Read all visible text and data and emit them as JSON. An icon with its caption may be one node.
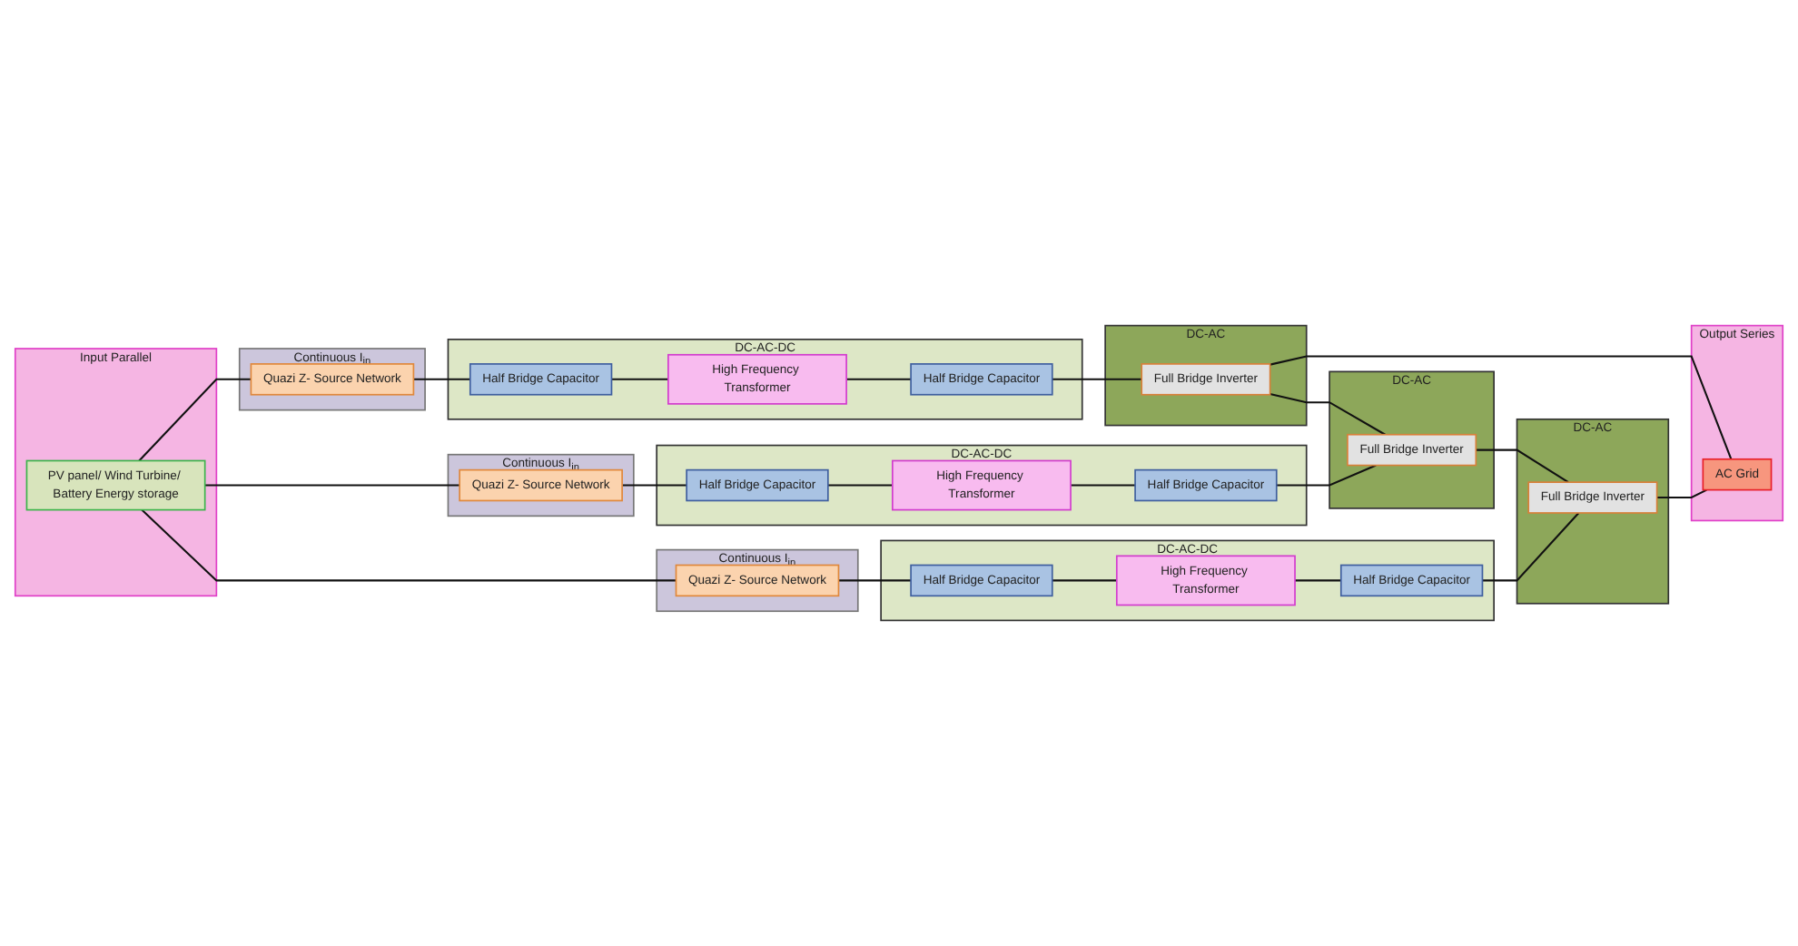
{
  "diagram": {
    "nodes": [
      {
        "text": [
          "Input Parallel"
        ]
      },
      {
        "text": [
          "PV panel/ Wind Turbine/ Battery Energy storage"
        ],
        "in": 0
      },
      {
        "text": [
          "Continuous I$_{in}$"
        ]
      },
      {
        "text": [
          "Quazi Z- Source Network"
        ],
        "in": 2
      },
      {
        "text": [
          "DC-AC-DC"
        ]
      },
      {
        "text": [
          "Half Bridge Capacitor"
        ],
        "in": 4
      },
      {
        "text": [
          "High Frequency Transformer"
        ],
        "in": 4
      },
      {
        "text": [
          "Half Bridge Capacitor"
        ],
        "in": 4
      },
      {
        "text": [
          "DC-AC"
        ]
      },
      {
        "text": [
          "Full Bridge Inverter"
        ],
        "in": 8
      },
      {
        "text": [
          "Continuous I$_{in}$"
        ]
      },
      {
        "text": [
          "Quazi Z- Source Network"
        ],
        "in": 10
      },
      {
        "text": [
          "DC-AC-DC"
        ]
      },
      {
        "text": [
          "Half Bridge Capacitor"
        ],
        "in": 12
      },
      {
        "text": [
          "High Frequency Transformer"
        ],
        "in": 12
      },
      {
        "text": [
          "Half Bridge Capacitor"
        ],
        "in": 12
      },
      {
        "text": [
          "DC-AC"
        ]
      },
      {
        "text": [
          "Full Bridge Inverter"
        ],
        "in": 16
      },
      {
        "text": [
          "Continuous I$_{in}$"
        ]
      },
      {
        "text": [
          "Quazi Z- Source Network"
        ],
        "in": 18
      },
      {
        "text": [
          "DC-AC-DC"
        ]
      },
      {
        "text": [
          "Half Bridge Capacitor"
        ],
        "in": 20
      },
      {
        "text": [
          "High Frequency Transformer"
        ],
        "in": 20
      },
      {
        "text": [
          "Half Bridge Capacitor"
        ],
        "in": 20
      },
      {
        "text": [
          "DC-AC"
        ]
      },
      {
        "text": [
          "Full Bridge Inverter"
        ],
        "in": 24
      },
      {
        "text": [
          "Output Series"
        ]
      },
      {
        "text": [
          "AC Grid"
        ],
        "in": 26
      }
    ],
    "edges": [
      {
        "from": 1,
        "to": 3,
        "arrow": "none"
      },
      {
        "from": 1,
        "to": 11,
        "arrow": "none"
      },
      {
        "from": 1,
        "to": 19,
        "arrow": "none"
      },
      {
        "from": 3,
        "to": 5,
        "arrow": "none"
      },
      {
        "from": 5,
        "to": 6,
        "arrow": "none"
      },
      {
        "from": 6,
        "to": 7,
        "arrow": "none"
      },
      {
        "from": 7,
        "to": 9,
        "arrow": "none"
      },
      {
        "from": 11,
        "to": 13,
        "arrow": "none"
      },
      {
        "from": 13,
        "to": 14,
        "arrow": "none"
      },
      {
        "from": 14,
        "to": 15,
        "arrow": "none"
      },
      {
        "from": 15,
        "to": 17,
        "arrow": "none"
      },
      {
        "from": 19,
        "to": 21,
        "arrow": "none"
      },
      {
        "from": 21,
        "to": 22,
        "arrow": "none"
      },
      {
        "from": 22,
        "to": 23,
        "arrow": "none"
      },
      {
        "from": 23,
        "to": 25,
        "arrow": "none"
      },
      {
        "from": 9,
        "to": 27,
        "arrow": "none"
      },
      {
        "from": 9,
        "to": 17,
        "arrow": "none"
      },
      {
        "from": 17,
        "to": 25,
        "arrow": "none"
      },
      {
        "from": 25,
        "to": 27,
        "arrow": "none"
      }
    ]
  }
}
